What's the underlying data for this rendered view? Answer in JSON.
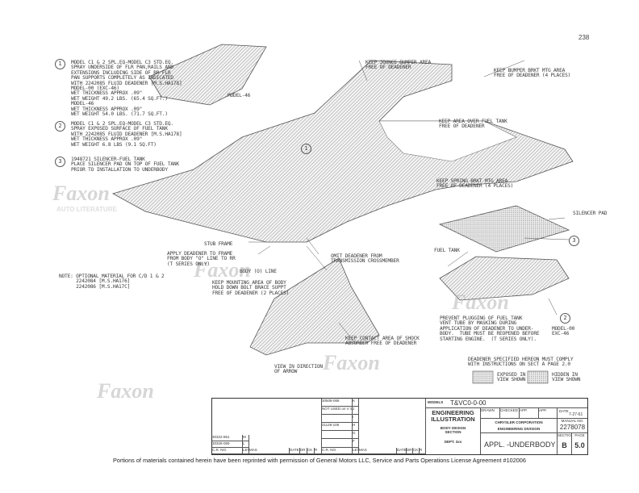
{
  "page_number": "238",
  "notes": [
    {
      "num": "1",
      "text": "MODEL C1 & 2 SPL.EQ-MODEL C3 STD.EQ.\nSPRAY UNDERSIDE OF FLR PAN,RAILS AND\nEXTENSIONS INCLUDING SIDE OF RR FLR\nPAN SUPPORTS COMPLETELY AS INDICATED\nWITH 2242085 FLUID DEADENER [M.S.HA178]\nMODEL-00 (EXC-46)\nWET THICKNESS APPROX .09\"\nWET WEIGHT 49.2 LBS. (65.4 SQ.FT.)\nMODEL-46\nWET THICKNESS APPROX .09\"\nWET WEIGHT 54.0 LBS. (71.7 SQ.FT.)"
    },
    {
      "num": "2",
      "text": "MODEL C1 & 2 SPL.EQ-MODEL C3 STD.EQ.\nSPRAY EXPOSED SURFACE OF FUEL TANK\nWITH 2242085 FLUID DEADENER [M.S.HA178]\nWET THICKNESS APPROX .09\"\nWET WEIGHT 6.8 LBS (9.1 SQ.FT)"
    },
    {
      "num": "3",
      "text": "1948721 SILENCER-FUEL TANK\nPLACE SILENCER PAD ON TOP OF FUEL TANK\nPRIOR TO INSTALLATION TO UNDERBODY"
    }
  ],
  "optional_note": "NOTE: OPTIONAL MATERIAL FOR C/D 1 & 2\n      2242084 [M.S.HA176]\n      2242086 [M.S.HA17C]",
  "callouts": {
    "model46": "MODEL-46",
    "jounce": "KEEP JOUNCE BUMPER AREA\nFREE OF DEADENER",
    "bumper_brkt": "KEEP BUMPER BRKT MTG AREA\nFREE OF DEADENER (4 PLACES)",
    "fuel_tank_area": "KEEP AREA OVER FUEL TANK\nFREE OF DEADENER",
    "spring_brkt": "KEEP SPRING BRKT MTG AREA\nFREE OF DEADENER (4 PLACES)",
    "silencer_pad": "SILENCER PAD",
    "stub_frame": "STUB FRAME",
    "apply_deadener": "APPLY DEADENER TO FRAME\nFROM BODY \"O\" LINE TO RR\n(T SERIES ONLY)",
    "omit_deadener": "OMIT DEADENER FROM\nTRANSMISSION CROSSMEMBER",
    "body_line": "BODY (O) LINE",
    "mounting_area": "KEEP MOUNTING AREA OF BODY\nHOLD DOWN BOLT BRACE SUPPT\nFREE OF DEADENER (2 PLACES)",
    "shock": "KEEP CONTACT AREA OF SHOCK\nABSORBER FREE OF DEADENER",
    "fuel_tank": "FUEL TANK",
    "prevent_plugging": "PREVENT PLUGGING OF FUEL TANK\nVENT TUBE BY MASKING DURING\nAPPLICATION OF DEADENER TO UNDER-\nBODY.  TUBE MUST BE REOPENED BEFORE\nSTARTING ENGINE.  (T SERIES ONLY).",
    "model00": "MODEL-00\nEXC-46",
    "view_arrow": "VIEW IN DIRECTION\nOF ARROW",
    "deadener_spec": "DEADENER SPECIFIED HEREON MUST COMPLY\nWITH INSTRUCTIONS ON SECT A PAGE 2.0",
    "exposed": "EXPOSED IN\nVIEW SHOWN",
    "hidden": "HIDDEN IN\nVIEW SHOWN",
    "circle1": "1",
    "circle2": "2",
    "circle3": "3"
  },
  "title_block": {
    "models_label": "MODELS",
    "models": "T&VC0-0-00",
    "eng_illus": "ENGINEERING\nILLUSTRATION",
    "body_design": "BODY DESIGN\nSECTION",
    "dept": "DEPT. 3xx",
    "drawn_label": "DRAWN",
    "checked_label": "CHECKED",
    "app_label": "APP.",
    "date_label": "DATE",
    "date": "7-27-61",
    "company": "CHRYSLER CORPORATION",
    "division": "ENGINEERING DIVISION",
    "manual_no_label": "MANUAL NO.",
    "manual_no": "2278078",
    "title": "APPL. -UNDERBODY",
    "section_label": "SECTION",
    "section": "B",
    "page_label": "PAGE",
    "page": "5.0",
    "rev_headers": [
      "C.R. NO.",
      "LET",
      "MAS",
      "DATE",
      "DR",
      "CK",
      "R"
    ],
    "revisions_right": [
      {
        "cr": "30508-068",
        "let": "K"
      },
      {
        "cr": "NOT USED on V SER.",
        "let": "J"
      },
      {
        "cr": "",
        "let": "I"
      },
      {
        "cr": "21128-108",
        "let": "H"
      },
      {
        "cr": "",
        "let": "G"
      },
      {
        "cr": "",
        "let": "F"
      }
    ],
    "revisions_left": [
      {
        "cr": "30322-861",
        "let": "M"
      },
      {
        "cr": "30326-069",
        "let": "L"
      }
    ]
  },
  "watermark": {
    "brand": "Faxon",
    "sub": "AUTO LITERATURE"
  },
  "caption": "Portions of materials contained herein have been reprinted with permission of General Motors LLC, Service and Parts Operations License Agreement #102006"
}
